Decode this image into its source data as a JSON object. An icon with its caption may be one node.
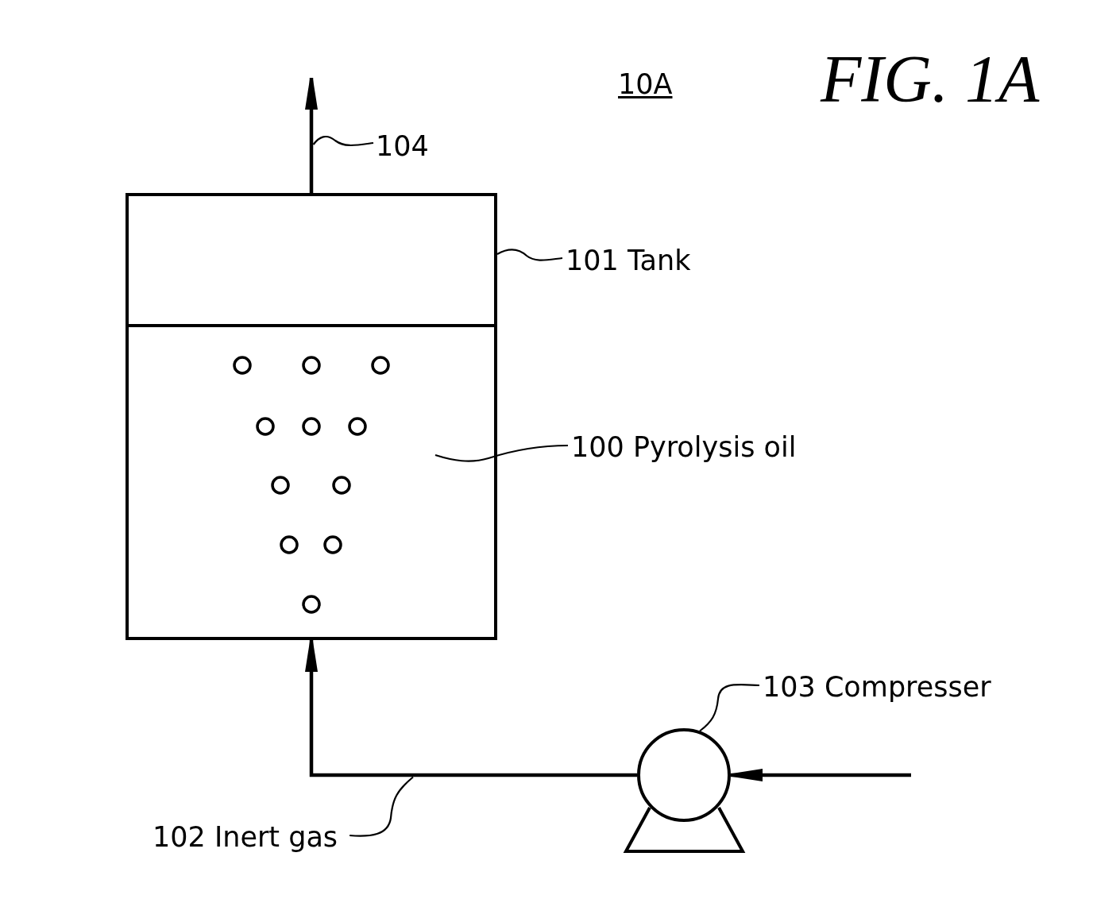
{
  "diagram": {
    "nodes": [
      {
        "text": [
          "104"
        ]
      },
      {
        "text": [],
        "shape": "box"
      },
      {
        "text": [
          "101 Tank"
        ]
      },
      {
        "text": [],
        "shape": "box",
        "in": 1
      },
      {
        "text": [
          "100 Pyrolysis oil"
        ]
      },
      {
        "text": [
          "103 Compresser"
        ]
      },
      {
        "text": [],
        "shape": "circle"
      },
      {
        "text": [
          "102 Inert gas"
        ]
      }
    ],
    "edges": [
      {
        "from": 1,
        "to": null,
        "arrow": "to",
        "style": "thick"
      },
      {
        "from": 0,
        "to": null,
        "arrow": "none"
      },
      {
        "from": 2,
        "to": 1,
        "arrow": "none"
      },
      {
        "from": 4,
        "to": 3,
        "arrow": "none"
      },
      {
        "from": 5,
        "to": 6,
        "arrow": "none"
      },
      {
        "from": null,
        "to": 6,
        "arrow": "to",
        "style": "thick"
      },
      {
        "from": 6,
        "to": 1,
        "arrow": "to",
        "style": "thick"
      },
      {
        "from": 7,
        "to": null,
        "arrow": "none"
      }
    ],
    "labels": [
      "10A",
      "FIG. 1A"
    ]
  }
}
